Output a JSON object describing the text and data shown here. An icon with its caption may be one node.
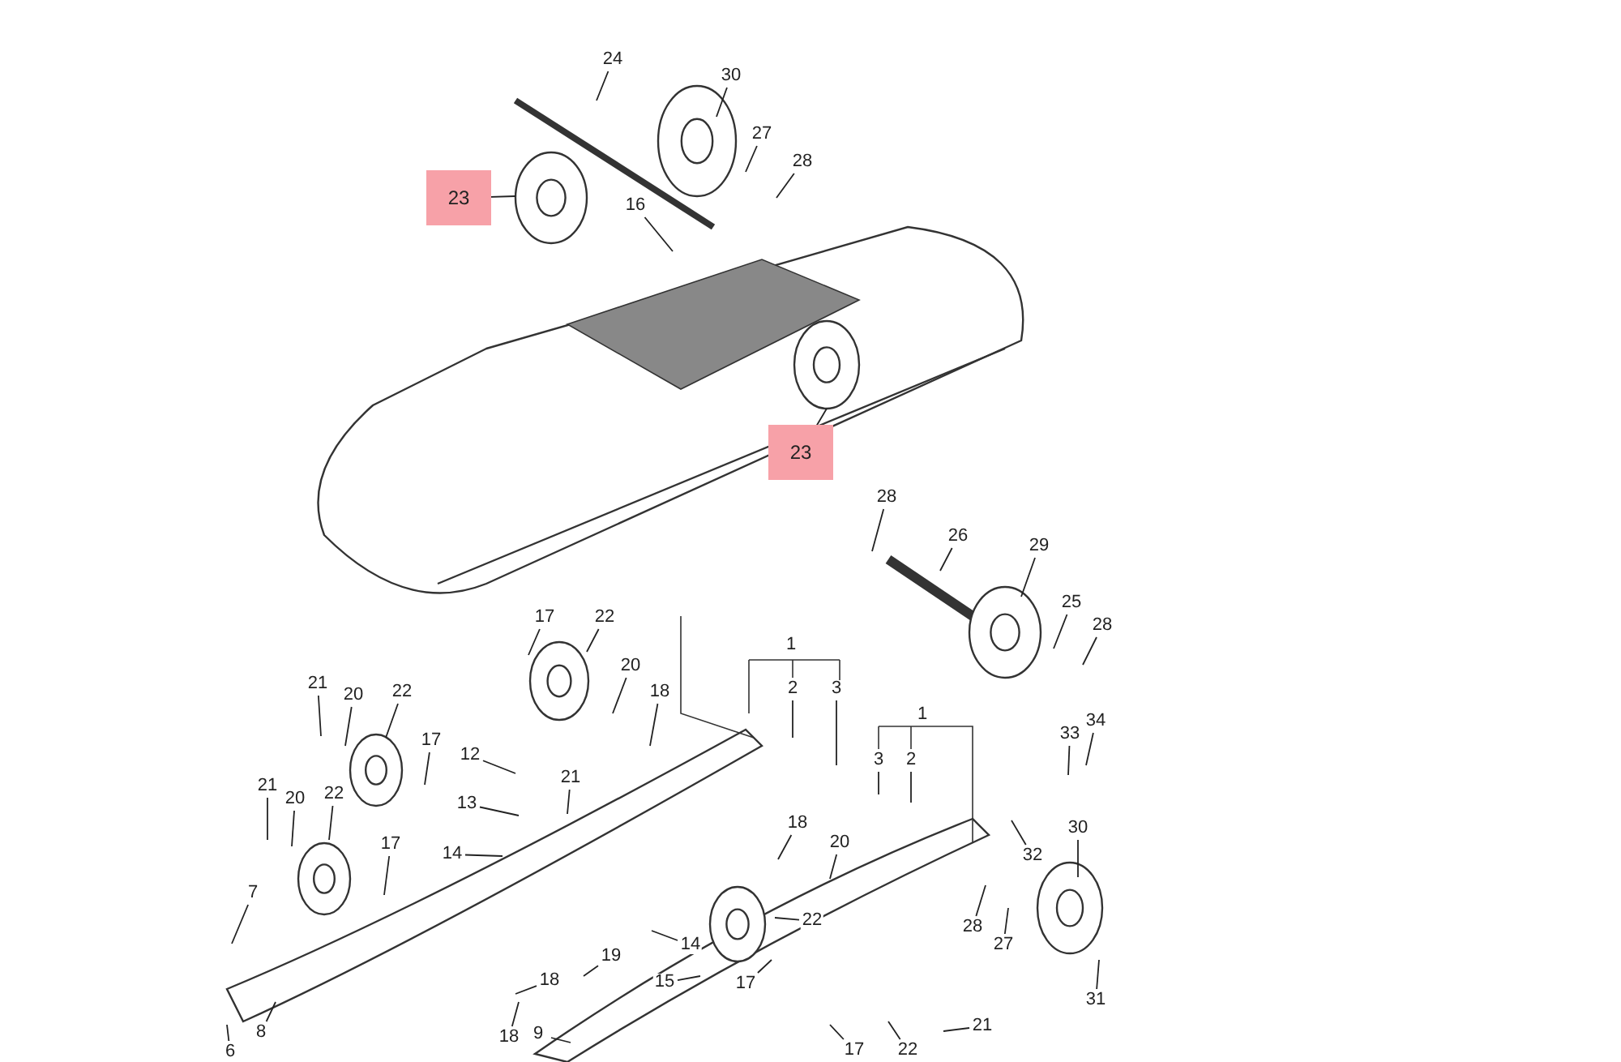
{
  "diagram": {
    "nodes": [
      {
        "text": [
          "24"
        ]
      },
      {
        "text": [
          "30"
        ]
      },
      {
        "text": [
          "27"
        ]
      },
      {
        "text": [
          "28"
        ]
      },
      {
        "text": [
          "23"
        ]
      },
      {
        "text": [
          "16"
        ]
      },
      {
        "text": [
          "23"
        ]
      },
      {
        "text": [
          "28"
        ]
      },
      {
        "text": [
          "26"
        ]
      },
      {
        "text": [
          "29"
        ]
      },
      {
        "text": [
          "25"
        ]
      },
      {
        "text": [
          "28"
        ]
      },
      {
        "text": [
          "17"
        ]
      },
      {
        "text": [
          "22"
        ]
      },
      {
        "text": [
          "1"
        ]
      },
      {
        "text": [
          "20"
        ]
      },
      {
        "text": [
          "21"
        ]
      },
      {
        "text": [
          "20"
        ]
      },
      {
        "text": [
          "22"
        ]
      },
      {
        "text": [
          "2"
        ]
      },
      {
        "text": [
          "3"
        ]
      },
      {
        "text": [
          "18"
        ]
      },
      {
        "text": [
          "1"
        ]
      },
      {
        "text": [
          "34"
        ]
      },
      {
        "text": [
          "33"
        ]
      },
      {
        "text": [
          "17"
        ]
      },
      {
        "text": [
          "12"
        ]
      },
      {
        "text": [
          "3"
        ]
      },
      {
        "text": [
          "2"
        ]
      },
      {
        "text": [
          "21"
        ]
      },
      {
        "text": [
          "21"
        ]
      },
      {
        "text": [
          "20"
        ]
      },
      {
        "text": [
          "22"
        ]
      },
      {
        "text": [
          "13"
        ]
      },
      {
        "text": [
          "30"
        ]
      },
      {
        "text": [
          "18"
        ]
      },
      {
        "text": [
          "20"
        ]
      },
      {
        "text": [
          "14"
        ]
      },
      {
        "text": [
          "32"
        ]
      },
      {
        "text": [
          "17"
        ]
      },
      {
        "text": [
          "7"
        ]
      },
      {
        "text": [
          "22"
        ]
      },
      {
        "text": [
          "28"
        ]
      },
      {
        "text": [
          "14"
        ]
      },
      {
        "text": [
          "27"
        ]
      },
      {
        "text": [
          "19"
        ]
      },
      {
        "text": [
          "15"
        ]
      },
      {
        "text": [
          "17"
        ]
      },
      {
        "text": [
          "18"
        ]
      },
      {
        "text": [
          "31"
        ]
      },
      {
        "text": [
          "18"
        ]
      },
      {
        "text": [
          "9"
        ]
      },
      {
        "text": [
          "21"
        ]
      },
      {
        "text": [
          "17"
        ]
      },
      {
        "text": [
          "22"
        ]
      },
      {
        "text": [
          "8"
        ]
      },
      {
        "text": [
          "6"
        ]
      }
    ],
    "edges": [
      {
        "from": 0,
        "to": null,
        "arrow": "none"
      },
      {
        "from": 1,
        "to": null,
        "arrow": "none"
      },
      {
        "from": 2,
        "to": null,
        "arrow": "none"
      },
      {
        "from": 3,
        "to": null,
        "arrow": "none"
      },
      {
        "from": 4,
        "to": null,
        "arrow": "none"
      },
      {
        "from": 5,
        "to": null,
        "arrow": "none"
      },
      {
        "from": 6,
        "to": null,
        "arrow": "none"
      },
      {
        "from": 7,
        "to": null,
        "arrow": "none"
      },
      {
        "from": 8,
        "to": null,
        "arrow": "none"
      },
      {
        "from": 9,
        "to": null,
        "arrow": "none"
      },
      {
        "from": 10,
        "to": null,
        "arrow": "none"
      },
      {
        "from": 11,
        "to": null,
        "arrow": "none"
      },
      {
        "from": 12,
        "to": null,
        "arrow": "none"
      },
      {
        "from": 13,
        "to": null,
        "arrow": "none"
      },
      {
        "from": 15,
        "to": null,
        "arrow": "none"
      },
      {
        "from": 16,
        "to": null,
        "arrow": "none"
      },
      {
        "from": 17,
        "to": null,
        "arrow": "none"
      },
      {
        "from": 18,
        "to": null,
        "arrow": "none"
      },
      {
        "from": 19,
        "to": null,
        "arrow": "none"
      },
      {
        "from": 20,
        "to": null,
        "arrow": "none"
      },
      {
        "from": 21,
        "to": null,
        "arrow": "none"
      },
      {
        "from": 23,
        "to": null,
        "arrow": "none"
      },
      {
        "from": 24,
        "to": null,
        "arrow": "none"
      },
      {
        "from": 25,
        "to": null,
        "arrow": "none"
      },
      {
        "from": 26,
        "to": null,
        "arrow": "none"
      },
      {
        "from": 27,
        "to": null,
        "arrow": "none"
      },
      {
        "from": 28,
        "to": null,
        "arrow": "none"
      },
      {
        "from": 29,
        "to": null,
        "arrow": "none"
      },
      {
        "from": 30,
        "to": null,
        "arrow": "none"
      },
      {
        "from": 31,
        "to": null,
        "arrow": "none"
      },
      {
        "from": 32,
        "to": null,
        "arrow": "none"
      },
      {
        "from": 33,
        "to": null,
        "arrow": "none"
      },
      {
        "from": 34,
        "to": null,
        "arrow": "none"
      },
      {
        "from": 35,
        "to": null,
        "arrow": "none"
      },
      {
        "from": 36,
        "to": null,
        "arrow": "none"
      },
      {
        "from": 37,
        "to": null,
        "arrow": "none"
      },
      {
        "from": 38,
        "to": null,
        "arrow": "none"
      },
      {
        "from": 39,
        "to": null,
        "arrow": "none"
      },
      {
        "from": 40,
        "to": null,
        "arrow": "none"
      },
      {
        "from": 41,
        "to": null,
        "arrow": "none"
      },
      {
        "from": 42,
        "to": null,
        "arrow": "none"
      },
      {
        "from": 43,
        "to": null,
        "arrow": "none"
      },
      {
        "from": 44,
        "to": null,
        "arrow": "none"
      },
      {
        "from": 45,
        "to": null,
        "arrow": "none"
      },
      {
        "from": 46,
        "to": null,
        "arrow": "none"
      },
      {
        "from": 47,
        "to": null,
        "arrow": "none"
      },
      {
        "from": 48,
        "to": null,
        "arrow": "none"
      },
      {
        "from": 49,
        "to": null,
        "arrow": "none"
      },
      {
        "from": 50,
        "to": null,
        "arrow": "none"
      },
      {
        "from": 51,
        "to": null,
        "arrow": "none"
      },
      {
        "from": 52,
        "to": null,
        "arrow": "none"
      },
      {
        "from": 53,
        "to": null,
        "arrow": "none"
      },
      {
        "from": 54,
        "to": null,
        "arrow": "none"
      },
      {
        "from": 55,
        "to": null,
        "arrow": "none"
      },
      {
        "from": 56,
        "to": null,
        "arrow": "none"
      }
    ]
  }
}
